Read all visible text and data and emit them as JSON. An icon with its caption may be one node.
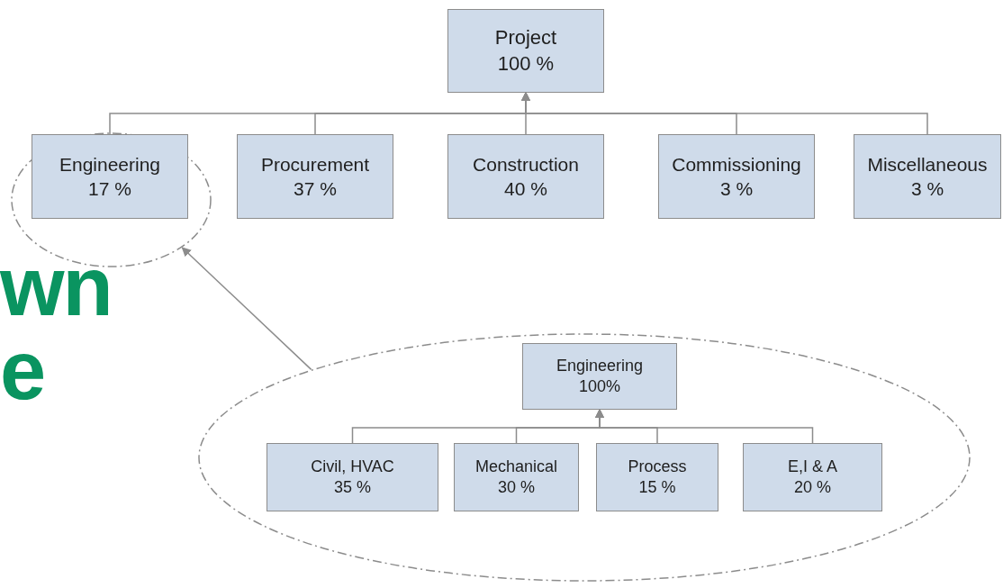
{
  "diagram": {
    "nodes": [
      {
        "text": [
          "Project 100 %"
        ]
      },
      {
        "text": [],
        "shape": "circle"
      },
      {
        "text": [
          "Engineering 17 %"
        ],
        "in": 1
      },
      {
        "text": [
          "Procurement 37 %"
        ]
      },
      {
        "text": [
          "Construction 40 %"
        ]
      },
      {
        "text": [
          "Commissioning 3 %"
        ]
      },
      {
        "text": [
          "Miscellaneous 3 %"
        ]
      },
      {
        "text": [],
        "shape": "circle"
      },
      {
        "text": [
          "Engineering 100%"
        ],
        "in": 7
      },
      {
        "text": [
          "Civil, HVAC 35 %"
        ],
        "in": 7
      },
      {
        "text": [
          "Mechanical 30 %"
        ],
        "in": 7
      },
      {
        "text": [
          "Process 15 %"
        ],
        "in": 7
      },
      {
        "text": [
          "E,I & A 20 %"
        ],
        "in": 7
      }
    ],
    "edges": [
      {
        "from": 2,
        "to": 0,
        "arrow": "to"
      },
      {
        "from": 3,
        "to": 0,
        "arrow": "to"
      },
      {
        "from": 4,
        "to": 0,
        "arrow": "to"
      },
      {
        "from": 5,
        "to": 0,
        "arrow": "to"
      },
      {
        "from": 6,
        "to": 0,
        "arrow": "to"
      },
      {
        "from": 7,
        "to": 1,
        "arrow": "to"
      },
      {
        "from": 9,
        "to": 8,
        "arrow": "to"
      },
      {
        "from": 10,
        "to": 8,
        "arrow": "to"
      },
      {
        "from": 11,
        "to": 8,
        "arrow": "to"
      },
      {
        "from": 12,
        "to": 8,
        "arrow": "to"
      }
    ],
    "labels": [
      "wn",
      "e"
    ]
  }
}
